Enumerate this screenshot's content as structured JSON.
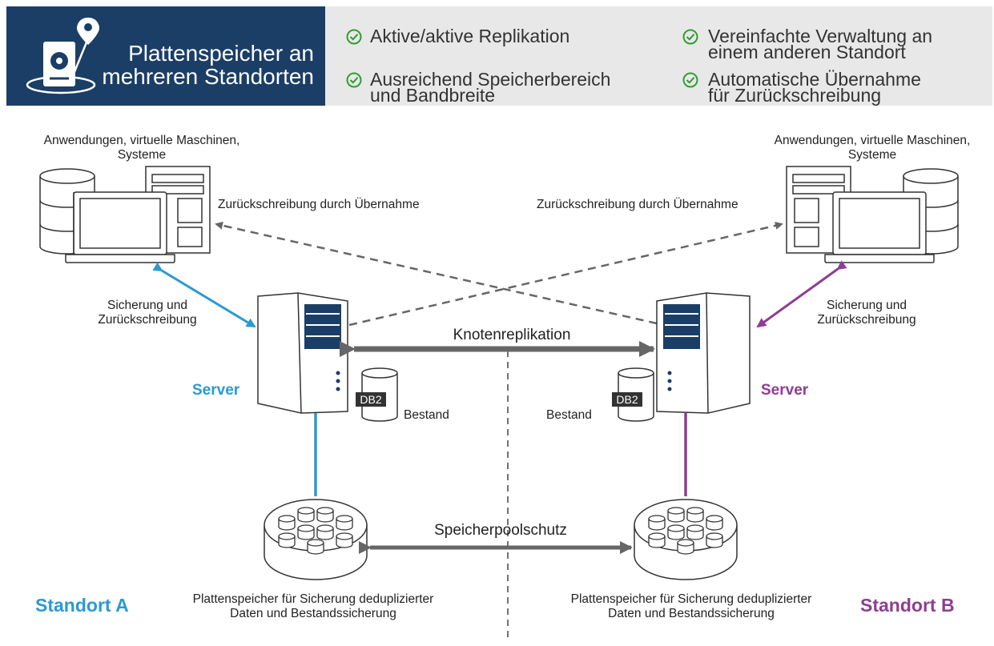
{
  "header": {
    "title_line1": "Plattenspeicher an",
    "title_line2": "mehreren Standorten",
    "features": [
      {
        "line1": "Aktive/aktive Replikation",
        "line2": ""
      },
      {
        "line1": "Ausreichend Speicherbereich",
        "line2": "und Bandbreite"
      },
      {
        "line1": "Vereinfachte Verwaltung an",
        "line2": "einem anderen Standort"
      },
      {
        "line1": "Automatische Übernahme",
        "line2": "für Zurückschreibung"
      }
    ],
    "colors": {
      "banner": "#1b3e66",
      "features_bg": "#e8e8e8",
      "check": "#2f9e2f"
    }
  },
  "diagram": {
    "apps_label_line1": "Anwendungen, virtuelle Maschinen,",
    "apps_label_line2": "Systeme",
    "failover_label": "Zurückschreibung durch Übernahme",
    "backup_label_line1": "Sicherung und",
    "backup_label_line2": "Zurückschreibung",
    "server_label": "Server",
    "inventory_label": "Bestand",
    "db_label": "DB2",
    "node_replication_label": "Knotenreplikation",
    "pool_protection_label": "Speicherpoolschutz",
    "storage_label_line1": "Plattenspeicher für Sicherung deduplizierter",
    "storage_label_line2": "Daten und Bestandssicherung",
    "site_a": "Standort A",
    "site_b": "Standort B",
    "colors": {
      "site_a": "#2a9ad0",
      "site_b": "#8e3d93",
      "arrow_gray": "#666666",
      "outline": "#333333"
    }
  }
}
